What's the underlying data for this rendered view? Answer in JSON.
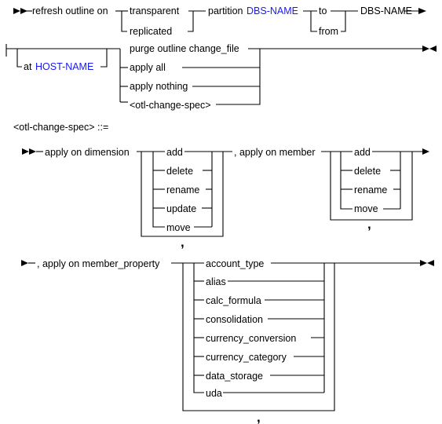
{
  "syntax": {
    "row1": {
      "keyword": "refresh outline on",
      "mode_options": [
        "transparent",
        "replicated"
      ],
      "partition_label": "partition",
      "dbs_name_1": "DBS-NAME",
      "direction_options": [
        "to",
        "from"
      ],
      "dbs_name_2": "DBS-NAME"
    },
    "row2": {
      "at_label": "at",
      "host_name": "HOST-NAME",
      "options": [
        "purge outline change_file",
        "apply all",
        "apply nothing",
        "<otl-change-spec>"
      ]
    },
    "definition": {
      "title": "<otl-change-spec> ::="
    },
    "row4": {
      "keyword_dimension": "apply on dimension",
      "dimension_options": [
        "add",
        "delete",
        "rename",
        "update",
        "move"
      ],
      "keyword_member": ", apply on member",
      "member_options": [
        "add",
        "delete",
        "rename",
        "move"
      ],
      "separator": ","
    },
    "row5": {
      "keyword": ", apply on member_property",
      "property_options": [
        "account_type",
        "alias",
        "calc_formula",
        "consolidation",
        "currency_conversion",
        "currency_category",
        "data_storage",
        "uda"
      ],
      "separator": ","
    }
  }
}
